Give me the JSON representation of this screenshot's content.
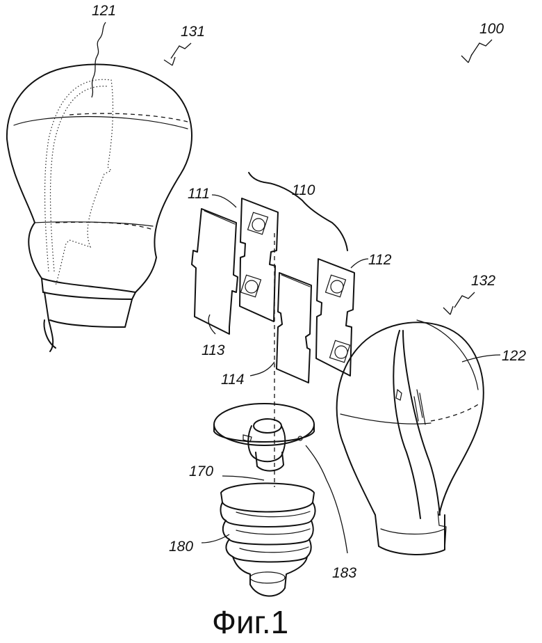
{
  "figure": {
    "caption": "Фиг.1",
    "labels": {
      "assembly": "100",
      "led_module": "110",
      "board_111": "111",
      "board_112": "112",
      "heatsink_113": "113",
      "heatsink_114": "114",
      "envelope_inner_121": "121",
      "envelope_inner_122": "122",
      "envelope_131": "131",
      "envelope_132": "132",
      "driver_170": "170",
      "base_180": "180",
      "mount_183": "183"
    }
  }
}
